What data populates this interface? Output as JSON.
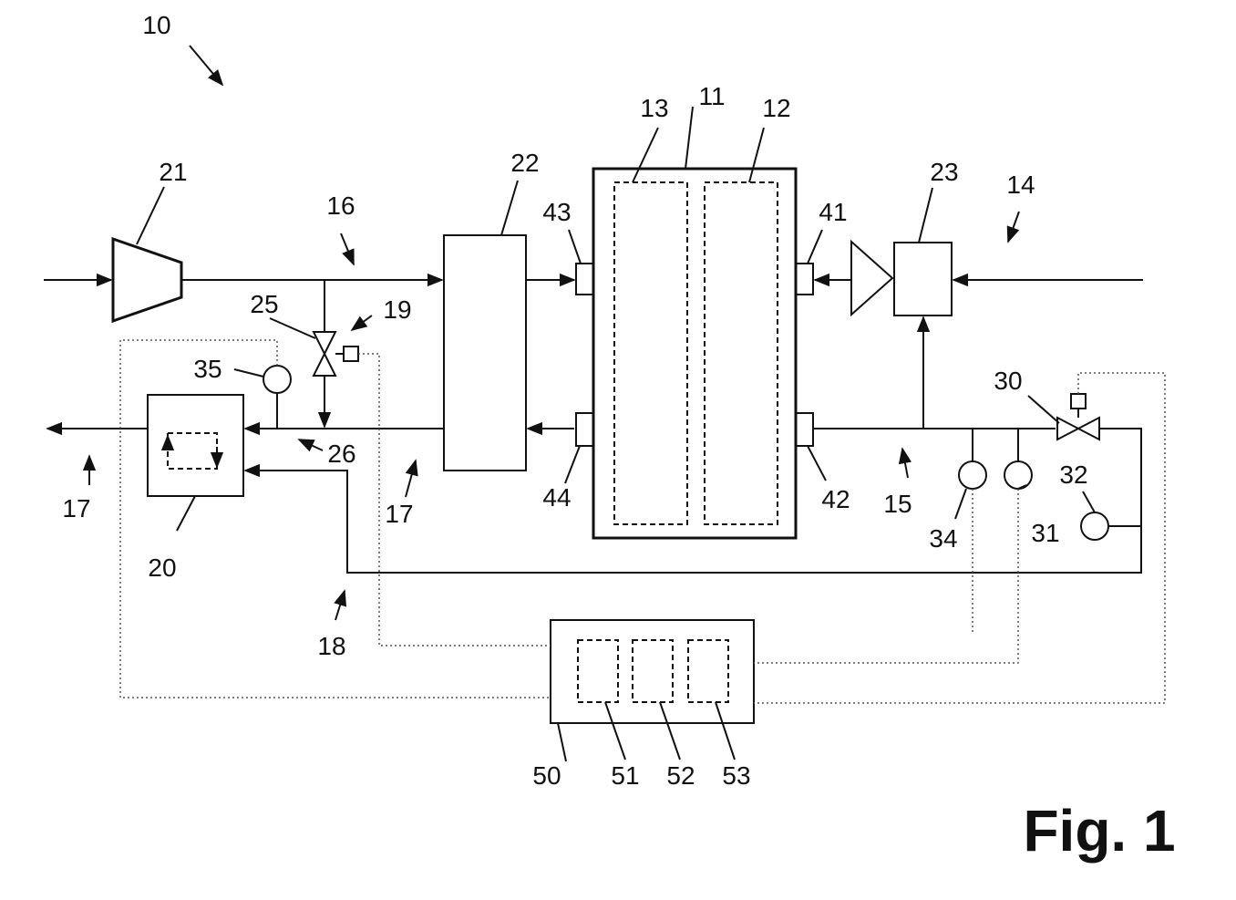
{
  "refs": {
    "r10": "10",
    "r11": "11",
    "r12": "12",
    "r13": "13",
    "r14": "14",
    "r15": "15",
    "r16": "16",
    "r17a": "17",
    "r17b": "17",
    "r18": "18",
    "r19": "19",
    "r20": "20",
    "r21": "21",
    "r22": "22",
    "r23": "23",
    "r25": "25",
    "r26": "26",
    "r30": "30",
    "r31": "31",
    "r32": "32",
    "r34": "34",
    "r35": "35",
    "r41": "41",
    "r42": "42",
    "r43": "43",
    "r44": "44",
    "r50": "50",
    "r51": "51",
    "r52": "52",
    "r53": "53"
  },
  "caption": "Fig. 1"
}
